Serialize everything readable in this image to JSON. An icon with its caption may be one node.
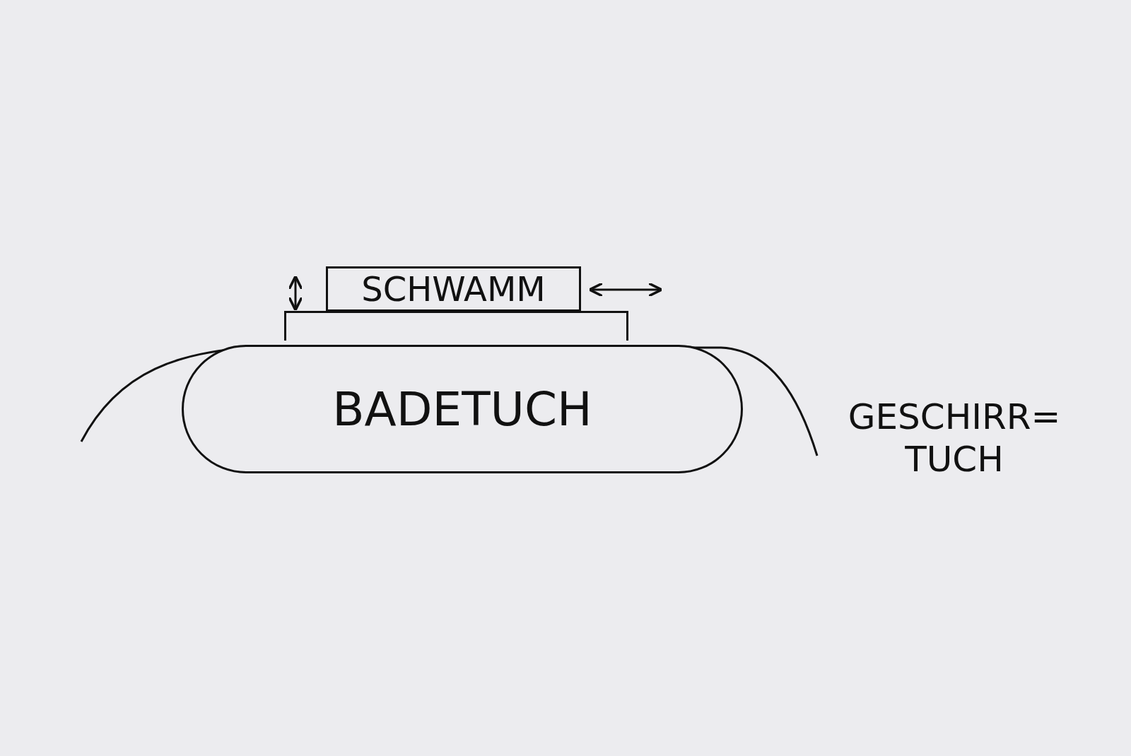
{
  "diagram": {
    "nodes": [
      {
        "text": [
          "SCHWAMM"
        ]
      },
      {
        "text": [],
        "shape": "box"
      },
      {
        "text": [
          "BADETUCH"
        ]
      }
    ],
    "labels": [
      "GESCHIRR= TUCH"
    ]
  }
}
